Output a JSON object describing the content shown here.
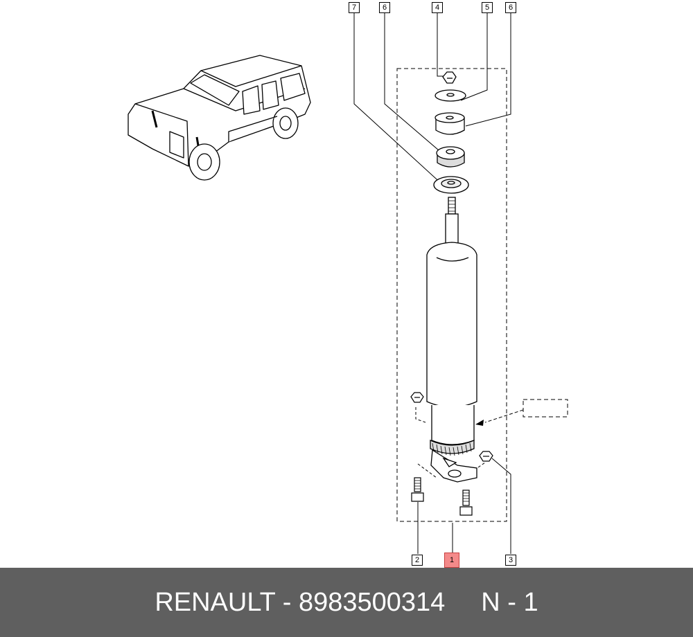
{
  "callouts": {
    "top_7": "7",
    "top_6a": "6",
    "top_4": "4",
    "top_5": "5",
    "top_6b": "6",
    "bottom_2": "2",
    "bottom_1": "1",
    "bottom_3": "3"
  },
  "footer": {
    "part_text": "RENAULT - 8983500314",
    "position_text": "N - 1"
  },
  "colors": {
    "highlight": "#f48a8a",
    "footer_bg": "#5f5f5f"
  }
}
